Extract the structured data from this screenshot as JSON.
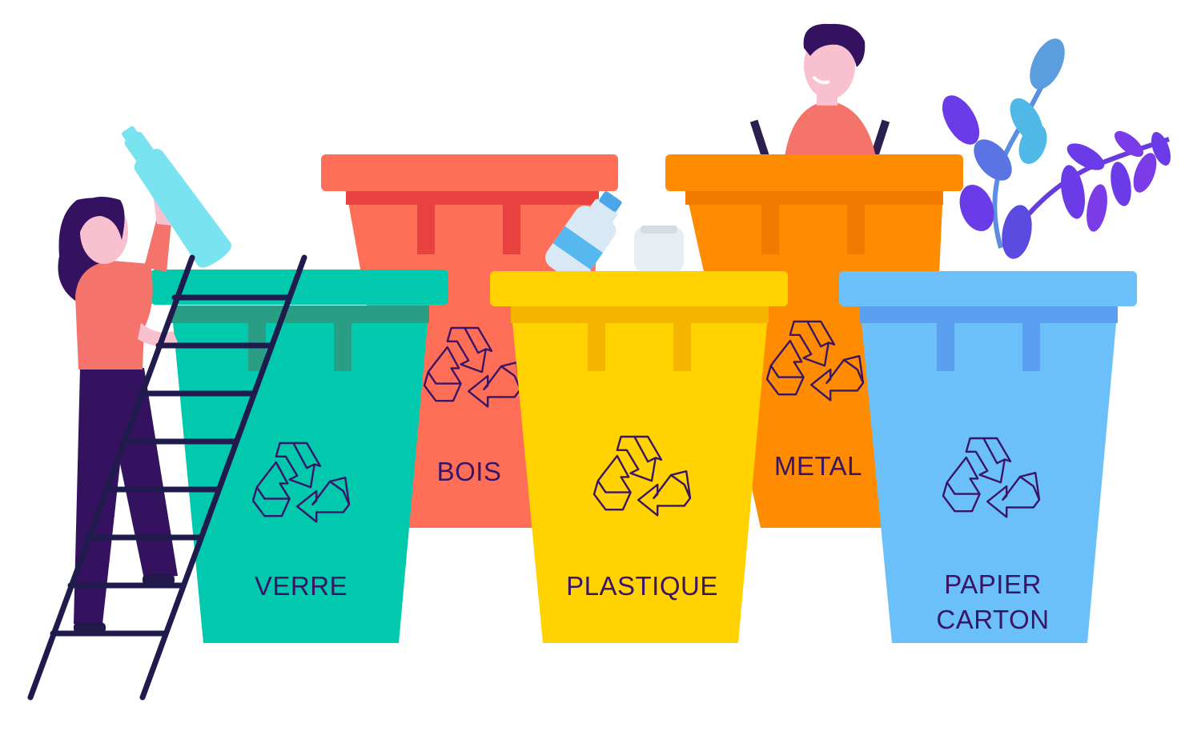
{
  "bins": {
    "verre": {
      "label": "VERRE",
      "body_color": "#00c9ae",
      "lid_color": "#00c9ae",
      "rim_color": "#2a9e85"
    },
    "bois": {
      "label": "BOIS",
      "body_color": "#ff6f58",
      "lid_color": "#ff6f58",
      "rim_color": "#e8413f"
    },
    "plastique": {
      "label": "PLASTIQUE",
      "body_color": "#ffd200",
      "lid_color": "#ffd200",
      "rim_color": "#f4b400"
    },
    "metal": {
      "label": "METAL",
      "body_color": "#ff8c00",
      "lid_color": "#ff8c00",
      "rim_color": "#f37a00"
    },
    "papier": {
      "label_line1": "PAPIER",
      "label_line2": "CARTON",
      "body_color": "#6cc0fa",
      "lid_color": "#6cc0fa",
      "rim_color": "#5b9ff0"
    }
  },
  "icons": {
    "recycle": "recycle-icon",
    "ladder": "ladder-icon",
    "bottle": "bottle-icon",
    "plant": "plant-icon"
  },
  "colors": {
    "ink": "#3a1465",
    "skin": "#f9c0cf",
    "shirt": "#f4736a",
    "hair": "#34125f",
    "bottle": "#7ae3f0"
  }
}
